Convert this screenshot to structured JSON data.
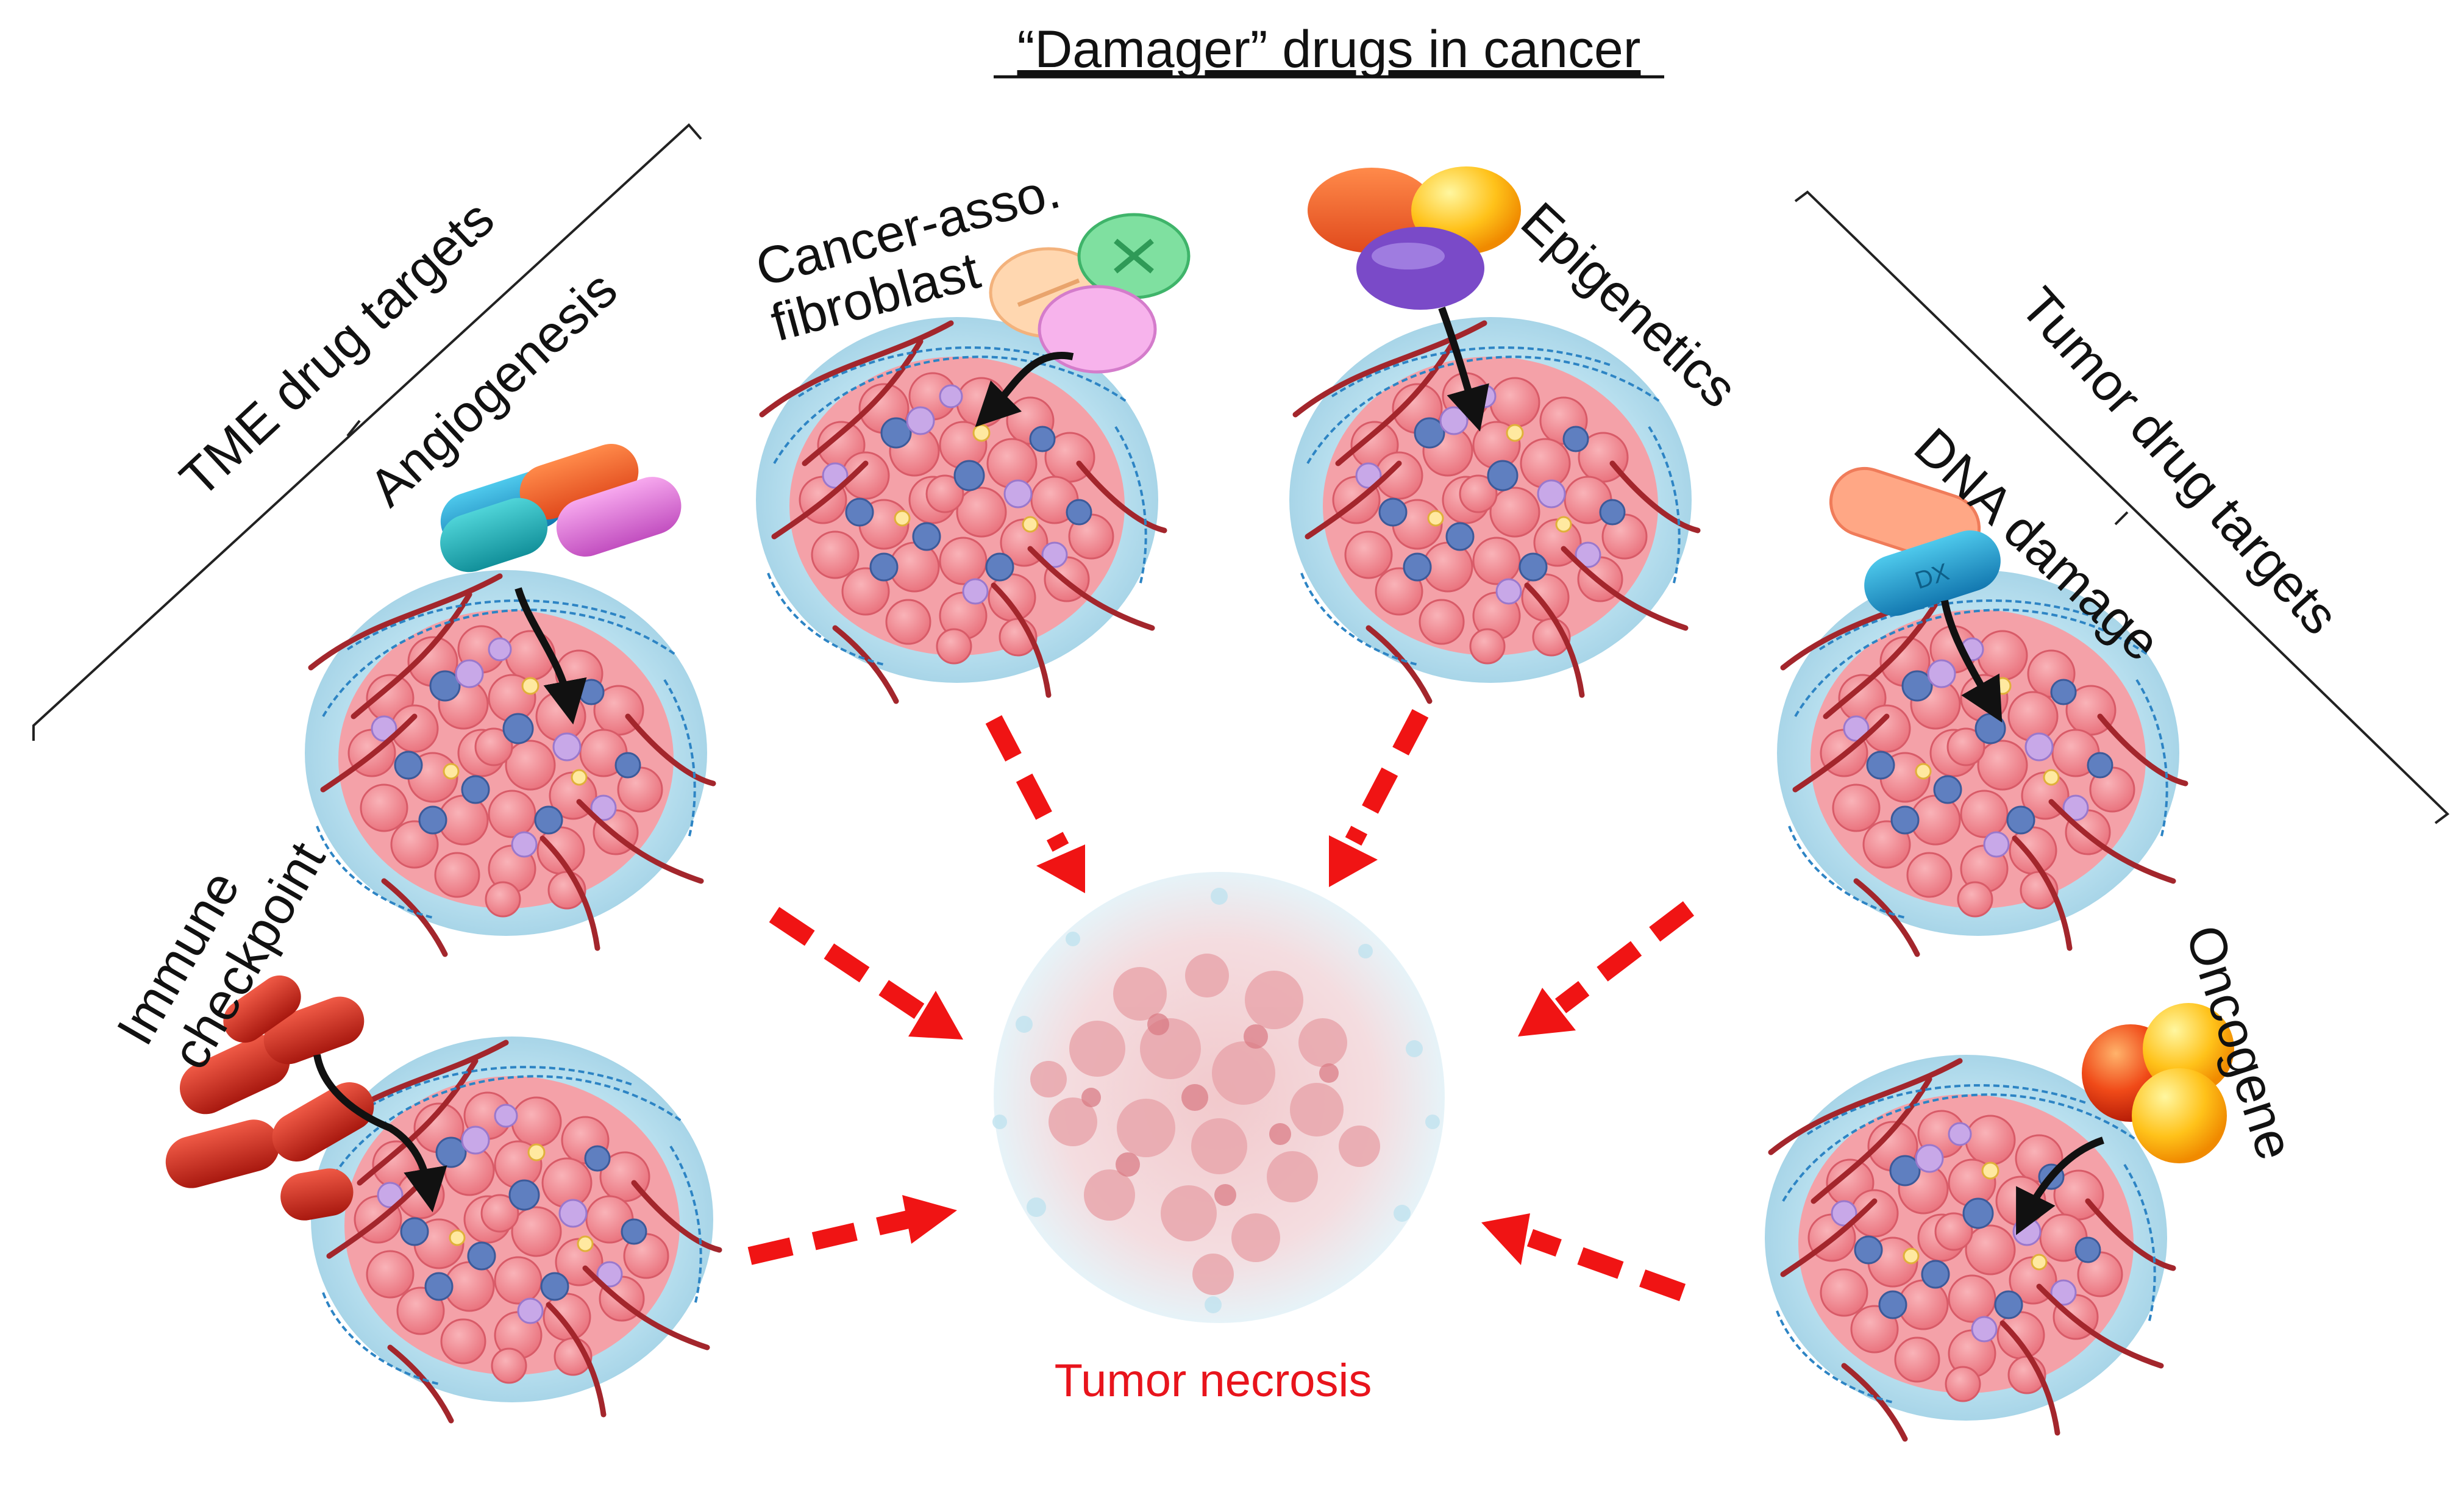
{
  "title": "“Damager” drugs in cancer",
  "groups": {
    "tme": "TME drug  targets",
    "tumor": "Tumor drug targets"
  },
  "targets": {
    "angiogenesis": "Angiogenesis",
    "caf_line1": "Cancer-asso.",
    "caf_line2": "fibroblast",
    "epigenetics": "Epigenetics",
    "dna_damage": "DNA damage",
    "immune_line1": "Immune",
    "immune_line2": "checkpoint",
    "oncogene": "Oncogene"
  },
  "center": {
    "label": "Tumor necrosis"
  },
  "colors": {
    "arrow_red": "#f01414",
    "label_red": "#e8141c",
    "tumor_halo": "#bfe3f0",
    "tumor_cell": "#f08a92",
    "vessel": "#a3262c",
    "stroma": "#2d84c4"
  }
}
